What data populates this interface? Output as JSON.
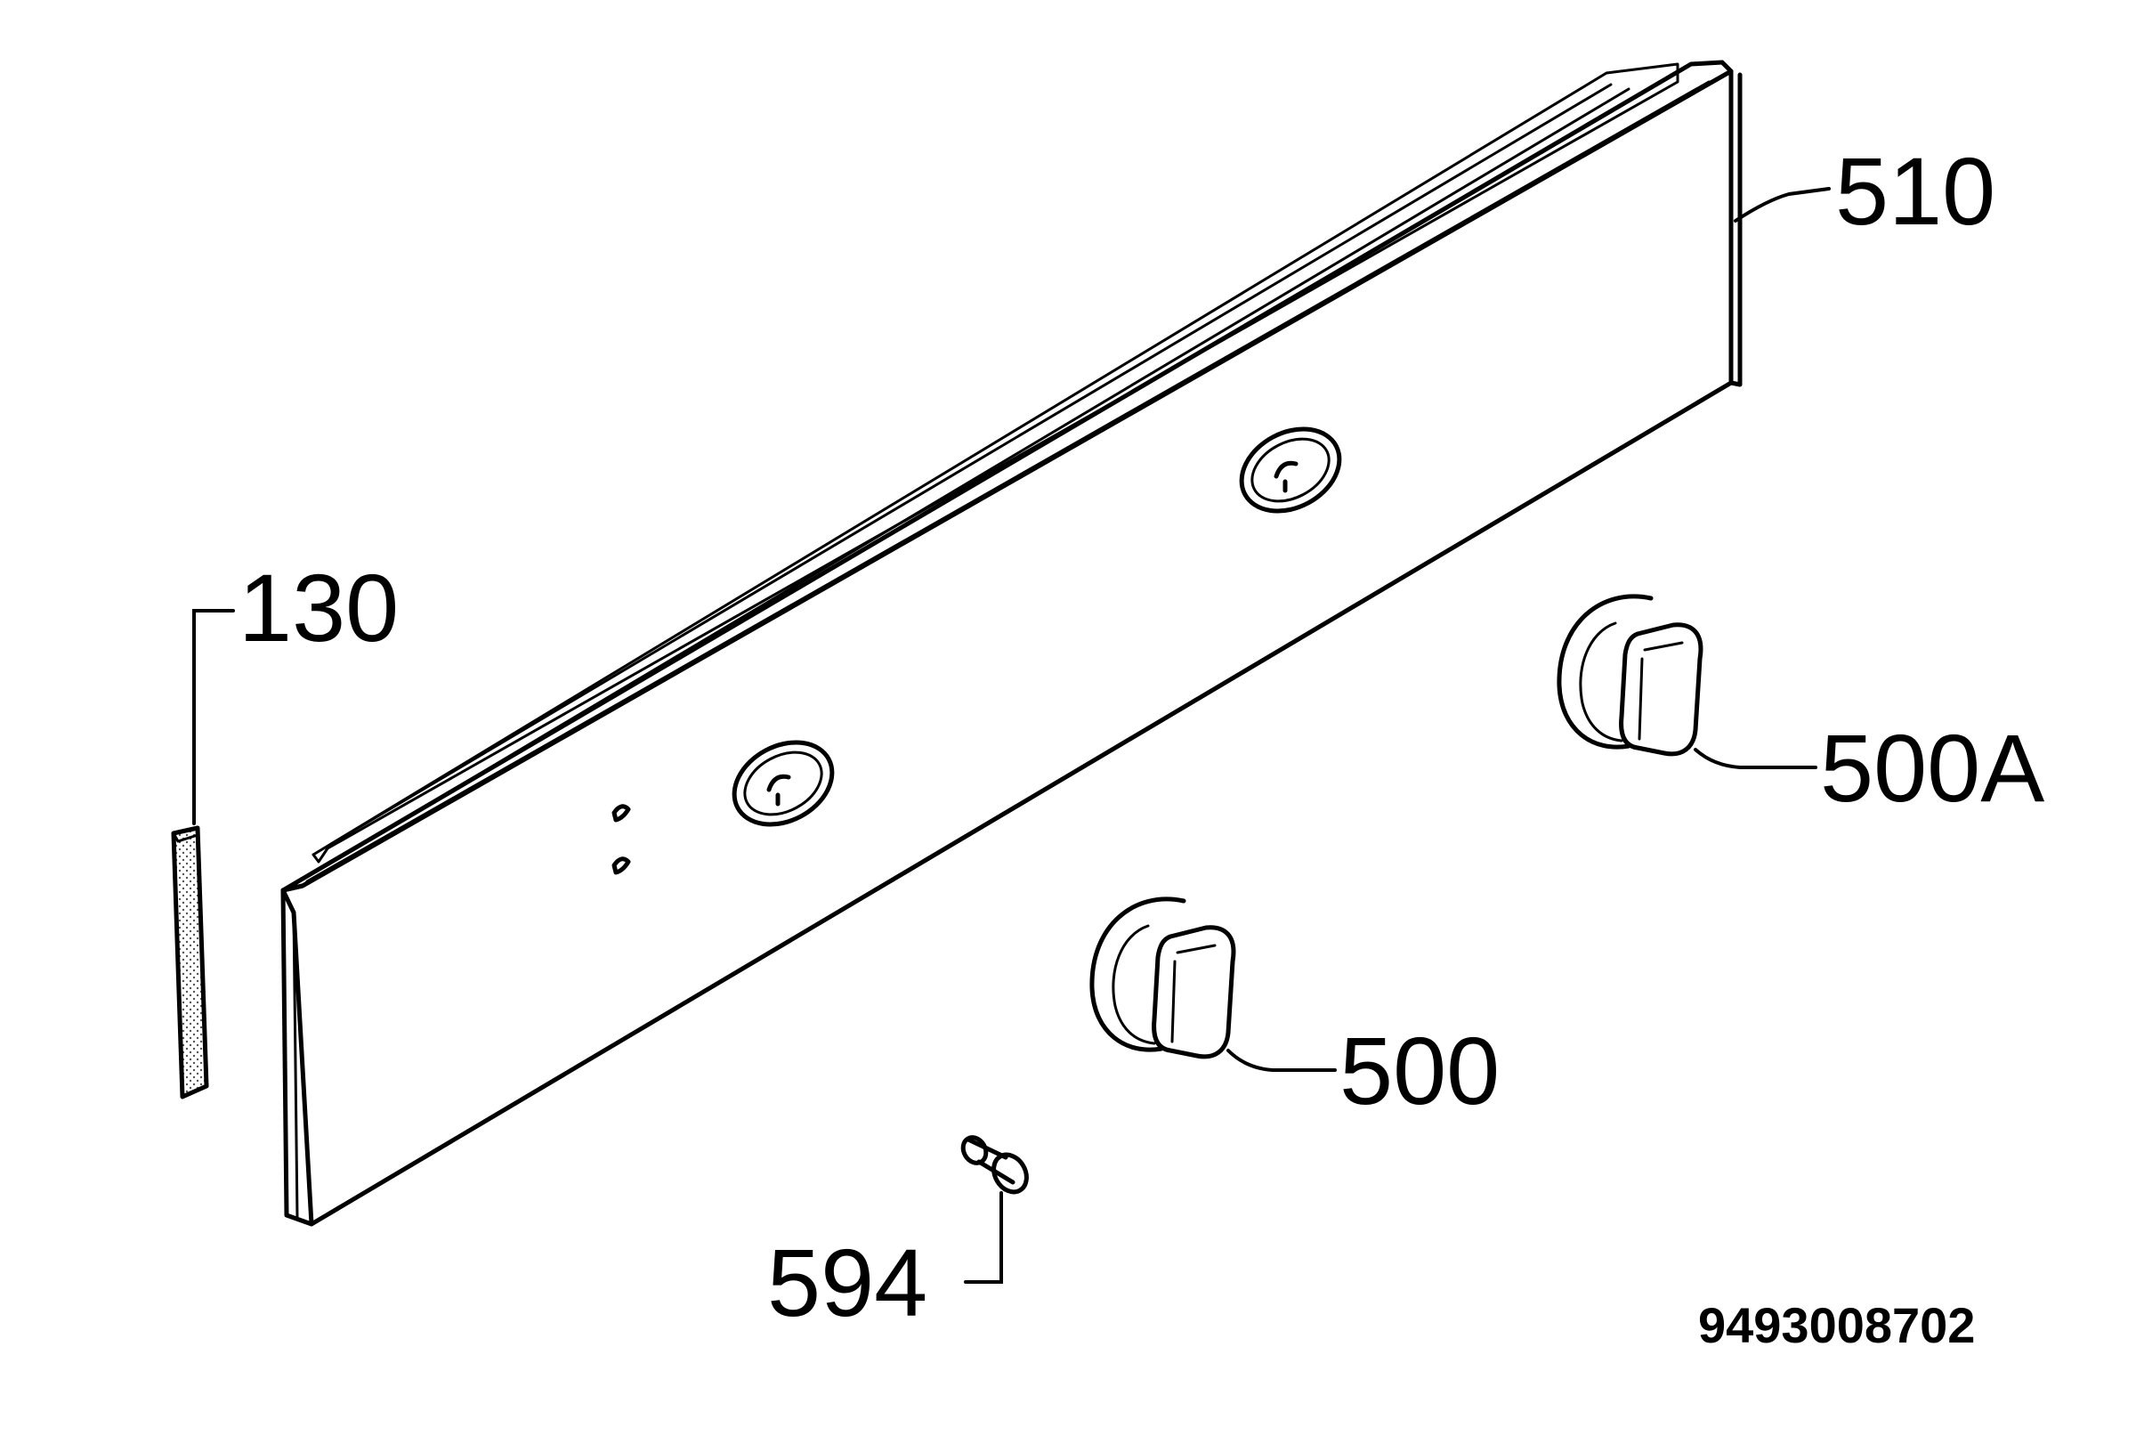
{
  "labels": {
    "panel": "510",
    "side_trim": "130",
    "knob_right": "500A",
    "knob_left": "500",
    "screw": "594"
  },
  "document_number": "9493008702",
  "colors": {
    "line": "#000000",
    "background": "#ffffff",
    "trim_fill": "#d9d9d9"
  }
}
